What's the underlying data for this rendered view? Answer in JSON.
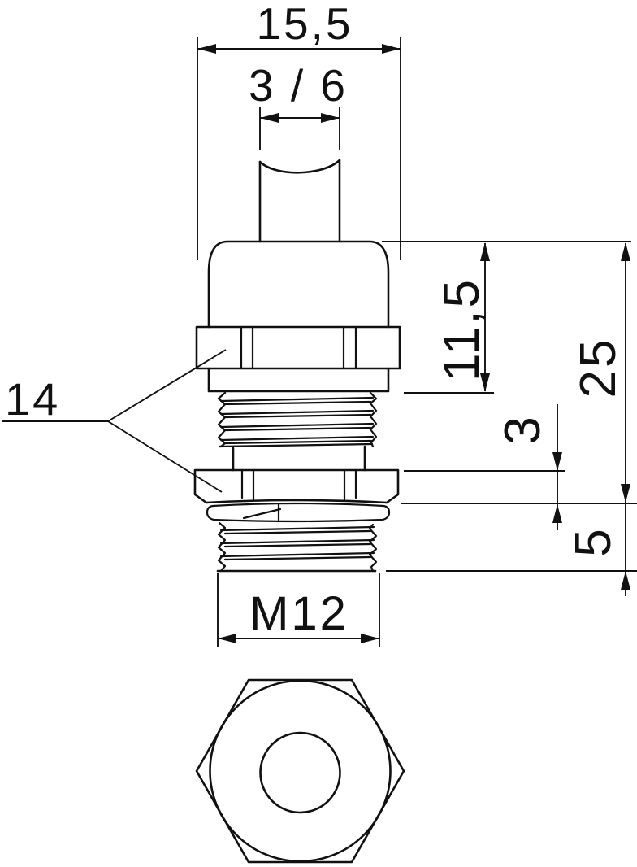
{
  "drawing": {
    "colors": {
      "line": "#111111",
      "background": "#ffffff"
    },
    "labels": {
      "top_width": "15,5",
      "clamp_range": "3 / 6",
      "wrench_size": "14",
      "upper_height": "11,5",
      "overall_length": "25",
      "locknut_height": "3",
      "thread_length": "5",
      "thread_size": "M12"
    }
  }
}
